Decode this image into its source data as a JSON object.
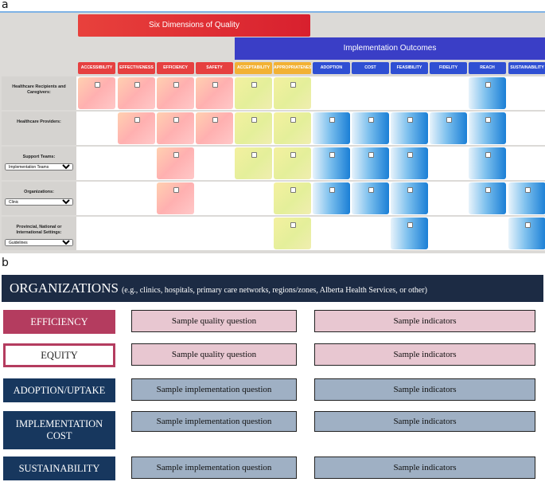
{
  "panels": {
    "a": "a",
    "b": "b"
  },
  "panel_a": {
    "quality_header": "Six Dimensions of Quality",
    "impl_header": "Implementation Outcomes",
    "columns": [
      {
        "label": "ACCESSIBILITY",
        "color": "#e64040"
      },
      {
        "label": "EFFECTIVENESS",
        "color": "#e64040"
      },
      {
        "label": "EFFICIENCY",
        "color": "#e64040"
      },
      {
        "label": "SAFETY",
        "color": "#e64040"
      },
      {
        "label": "ACCEPTABILITY",
        "color": "#f2b134"
      },
      {
        "label": "APPROPRIATENESS",
        "color": "#f2b134"
      },
      {
        "label": "ADOPTION",
        "color": "#2f4fd3"
      },
      {
        "label": "COST",
        "color": "#2f4fd3"
      },
      {
        "label": "FEASIBILITY",
        "color": "#2f4fd3"
      },
      {
        "label": "FIDELITY",
        "color": "#2f4fd3"
      },
      {
        "label": "REACH",
        "color": "#2f4fd3"
      },
      {
        "label": "SUSTAINABILITY",
        "color": "#2f4fd3"
      }
    ],
    "rows": [
      {
        "label": "Healthcare Recipients and Caregivers:",
        "select": null,
        "cells": [
          "red",
          "red",
          "red",
          "red",
          "yellow",
          "yellow",
          "",
          "",
          "",
          "",
          "blue",
          ""
        ]
      },
      {
        "label": "Healthcare Providers:",
        "select": null,
        "cells": [
          "",
          "red",
          "red",
          "red",
          "yellow",
          "yellow",
          "blue",
          "blue",
          "blue",
          "blue",
          "blue",
          ""
        ]
      },
      {
        "label": "Support Teams:",
        "select": "Implementation Teams",
        "cells": [
          "",
          "",
          "red",
          "",
          "yellow",
          "yellow",
          "blue",
          "blue",
          "blue",
          "",
          "blue",
          ""
        ]
      },
      {
        "label": "Organizations:",
        "select": "Clinic",
        "cells": [
          "",
          "",
          "red",
          "",
          "",
          "yellow",
          "blue",
          "blue",
          "blue",
          "",
          "blue",
          "blue"
        ]
      },
      {
        "label": "Provincial, National or International Settings:",
        "select": "Guidelines",
        "cells": [
          "",
          "",
          "",
          "",
          "",
          "yellow",
          "",
          "",
          "blue",
          "",
          "",
          "blue"
        ]
      }
    ]
  },
  "panel_b": {
    "banner_title": "ORGANIZATIONS",
    "banner_sub": "(e.g., clinics, hospitals, primary care networks, regions/zones, Alberta Health Services, or other)",
    "rows": [
      {
        "label": "EFFICIENCY",
        "question": "Sample quality question",
        "indicator": "Sample indicators",
        "kind": "quality-filled"
      },
      {
        "label": "EQUITY",
        "question": "Sample quality question",
        "indicator": "Sample indicators",
        "kind": "quality-outline"
      },
      {
        "label": "ADOPTION/UPTAKE",
        "question": "Sample implementation question",
        "indicator": "Sample indicators",
        "kind": "impl"
      },
      {
        "label": "IMPLEMENTATION COST",
        "question": "Sample implementation question",
        "indicator": "Sample indicators",
        "kind": "impl"
      },
      {
        "label": "SUSTAINABILITY",
        "question": "Sample implementation question",
        "indicator": "Sample indicators",
        "kind": "impl"
      }
    ],
    "colors": {
      "banner": "#1c2b44",
      "quality_fill": "#b43c5f",
      "quality_border": "#b43c5f",
      "quality_cell": "#e8c7d1",
      "impl_fill": "#17375e",
      "impl_cell": "#9fb0c4"
    }
  }
}
